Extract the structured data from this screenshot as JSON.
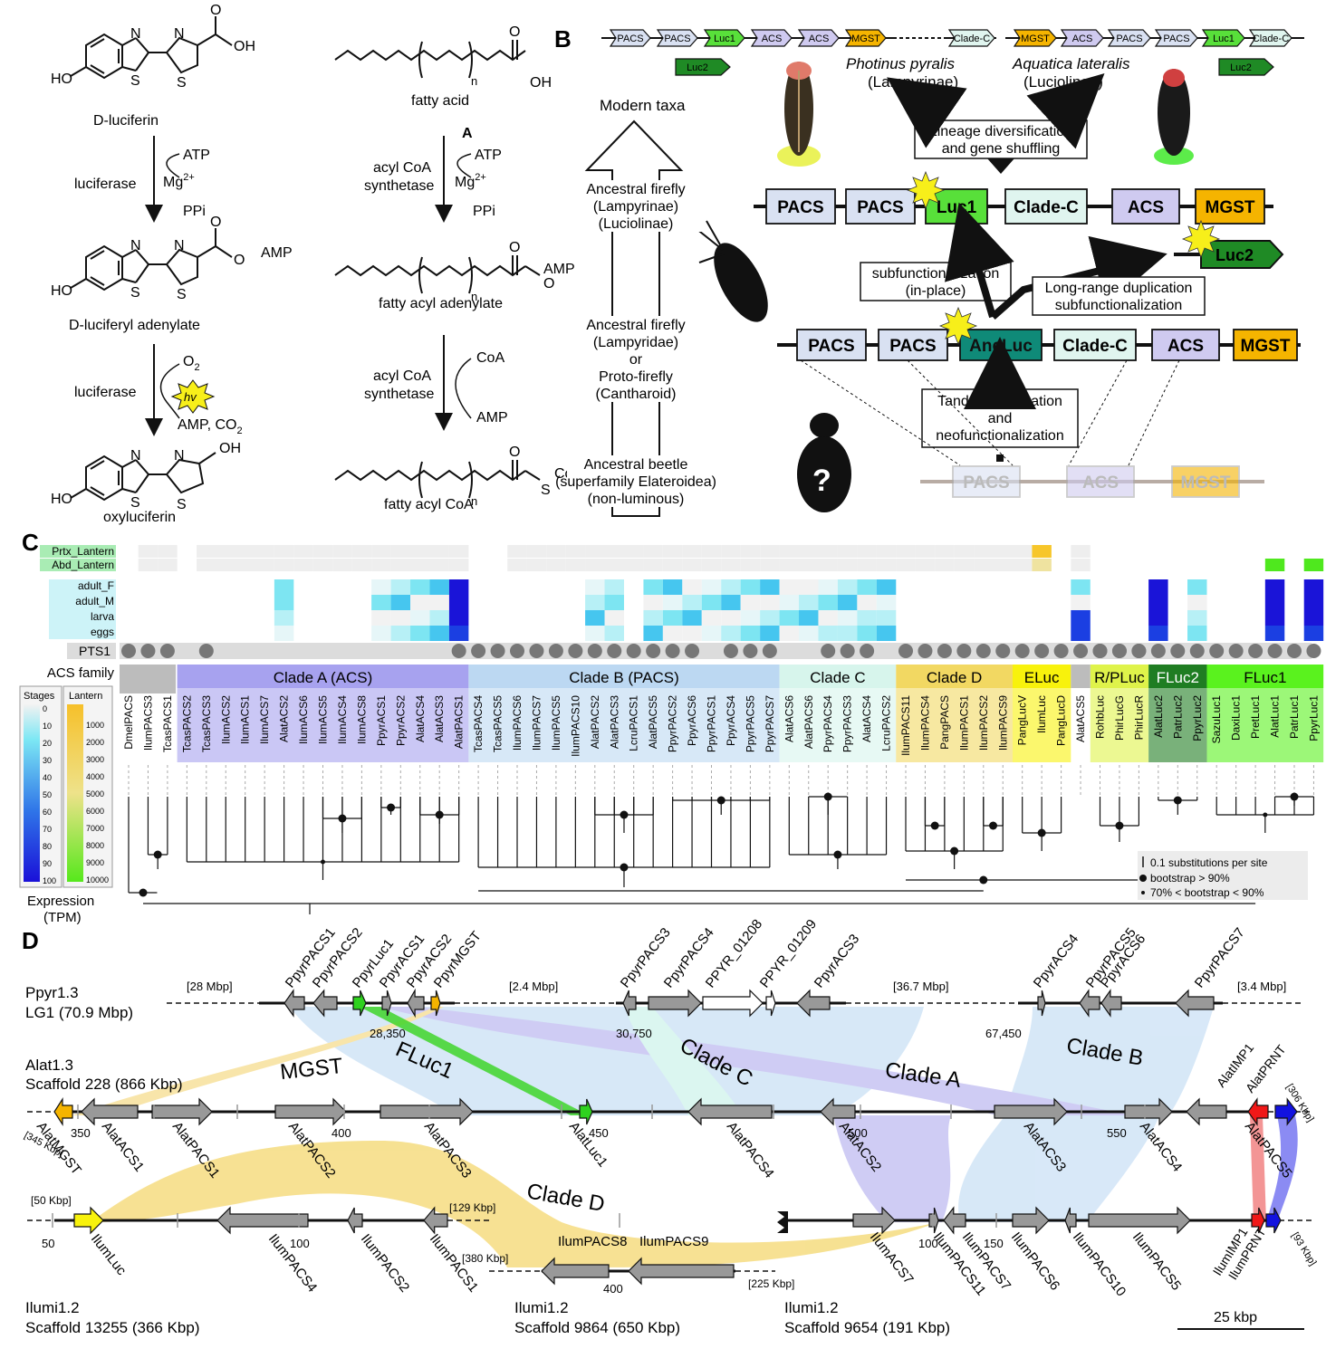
{
  "panel_labels": {
    "a": "A",
    "b": "B",
    "c": "C",
    "d": "D"
  },
  "panelA": {
    "mol1": "D-luciferin",
    "mol2": "D-luciferyl adenylate",
    "mol3": "oxyluciferin",
    "mol4": "fatty acid",
    "mol5": "fatty acyl adenylate",
    "mol6": "fatty acyl CoA",
    "enz1": "luciferase",
    "enz2": "luciferase",
    "enz3a": "acyl CoA",
    "enz3b": "synthetase",
    "enz4a": "acyl CoA",
    "enz4b": "synthetase",
    "atp": "ATP",
    "mg": "Mg",
    "mg_sup": "2+",
    "ppi": "PPi",
    "o2": "O",
    "o2_sub": "2",
    "hv": "hv",
    "amp_co2": "AMP, CO",
    "co2_sub": "2",
    "coa": "CoA",
    "amp": "AMP",
    "oh": "OH",
    "ho": "HO",
    "o": "O",
    "n": "N",
    "s": "S",
    "sub_n": "n",
    "amp_ester": "AMP",
    "coa_ester": "CoA"
  },
  "panelB": {
    "top_left_genes": [
      "PACS",
      "PACS",
      "Luc1",
      "ACS",
      "ACS",
      "MGST",
      "Clade-C"
    ],
    "top_left_luc2": "Luc2",
    "top_right_genes": [
      "MGST",
      "ACS",
      "PACS",
      "PACS",
      "Luc1",
      "Clade-C"
    ],
    "top_right_luc2": "Luc2",
    "species1": "Photinus pyralis",
    "subfam1": "(Lampyrinae)",
    "species2": "Aquatica lateralis",
    "subfam2": "(Luciolinae)",
    "modern": "Modern taxa",
    "anc1": [
      "Ancestral firefly",
      "(Lampyrinae)",
      "(Luciolinae)"
    ],
    "anc2": [
      "Ancestral firefly",
      "(Lampyridae)",
      "or",
      "Proto-firefly",
      "(Cantharoid)"
    ],
    "anc3": [
      "Ancestral beetle",
      "(superfamily Elateroidea)",
      "(non-luminous)"
    ],
    "box_lineage": [
      "Lineage diversification",
      "and gene shuffling"
    ],
    "box_subf": [
      "subfunctionalization",
      "(in-place)"
    ],
    "box_longrange": [
      "Long-range duplication",
      "subfunctionalization"
    ],
    "box_tandem": [
      "Tandem duplication",
      "and",
      "neofunctionalization"
    ],
    "row1": [
      "PACS",
      "PACS",
      "Luc1",
      "Clade-C",
      "ACS",
      "MGST"
    ],
    "row1_luc2": "Luc2",
    "row2": [
      "PACS",
      "PACS",
      "AncLuc",
      "Clade-C",
      "ACS",
      "MGST"
    ],
    "row3": [
      "PACS",
      "ACS",
      "MGST"
    ],
    "question": "?"
  },
  "panelC": {
    "row_labels": [
      "Prtx_Lantern",
      "Abd_Lantern",
      "adult_F",
      "adult_M",
      "larva",
      "eggs",
      "PTS1"
    ],
    "acs_family": "ACS family",
    "clades": [
      "Clade A (ACS)",
      "Clade B (PACS)",
      "Clade C",
      "Clade D",
      "ELuc",
      "R/PLuc",
      "FLuc2",
      "FLuc1"
    ],
    "leaves": [
      "DmelPACS",
      "IlumPACS3",
      "TcasPACS1",
      "TcasPACS2",
      "TcasPACS3",
      "IlumACS2",
      "IlumACS1",
      "IlumACS7",
      "AlatACS2",
      "IlumACS6",
      "IlumACS5",
      "IlumACS4",
      "IlumACS8",
      "PpyrACS1",
      "PpyrACS2",
      "AlatACS4",
      "AlatACS3",
      "AlatPACS1",
      "TcasPACS4",
      "TcasPACS5",
      "IlumPACS6",
      "IlumPACS7",
      "IlumPACS5",
      "IlumPACS10",
      "AlatPACS2",
      "AlatPACS3",
      "LcruPACS1",
      "AlatPACS5",
      "PpyrPACS2",
      "PpyrACS6",
      "PpyrPACS1",
      "PpyrACS4",
      "PpyrPACS5",
      "PpyrPACS7",
      "AlatACS6",
      "AlatPACS6",
      "PpyrPACS4",
      "PpyrPACS3",
      "AlatACS4",
      "LcruPACS2",
      "IlumPACS11",
      "IlumPACS4",
      "PangPACS",
      "IlumPACS1",
      "IlumPACS2",
      "IlumPACS9",
      "PangLucV",
      "IlumLuc",
      "PangLucD",
      "AlatACS5",
      "RohbLuc",
      "PhirLucG",
      "PhirLucR",
      "AlatLuc2",
      "PatrLuc2",
      "PpyrLuc2",
      "SazuLuc1",
      "DaxiLuc1",
      "PretLuc1",
      "AlatLuc1",
      "PatrLuc1",
      "PpyrLuc1"
    ],
    "legend_stages_title": "Stages",
    "legend_lantern_title": "Lantern",
    "stage_ticks": [
      "0",
      "10",
      "20",
      "30",
      "40",
      "50",
      "60",
      "70",
      "80",
      "90",
      "100"
    ],
    "lantern_ticks": [
      "1000",
      "2000",
      "3000",
      "4000",
      "5000",
      "6000",
      "7000",
      "8000",
      "9000",
      "10000"
    ],
    "expr1": "Expression",
    "expr2": "(TPM)",
    "tree_legend": [
      "0.1 substitutions per site",
      "bootstrap > 90%",
      "70% < bootstrap < 90%"
    ]
  },
  "panelD": {
    "ppyr_name": [
      "Ppyr1.3",
      "LG1 (70.9 Mbp)"
    ],
    "alat_name": [
      "Alat1.3",
      "Scaffold 228 (866 Kbp)"
    ],
    "ilum1_name": [
      "Ilumi1.2",
      "Scaffold 13255 (366 Kbp)"
    ],
    "ilum2_name": [
      "Ilumi1.2",
      "Scaffold 9864 (650 Kbp)"
    ],
    "ilum3_name": [
      "Ilumi1.2",
      "Scaffold 9654 (191 Kbp)"
    ],
    "ppyr_labels": [
      "PpyrPACS1",
      "PpyrPACS2",
      "PpyrLuc1",
      "PpyrACS1",
      "PpyrACS2",
      "PpyrMGST",
      "PpyrPACS3",
      "PpyrPACS4",
      "PPYR_01208",
      "PPYR_01209",
      "PpyrACS3",
      "PpyrACS4",
      "PpyrPACS5",
      "PpyrACS6",
      "PpyrPACS7"
    ],
    "ppyr_gaps": [
      "[28 Mbp]",
      "[2.4 Mbp]",
      "[36.7 Mbp]",
      "[3.4 Mbp]"
    ],
    "ppyr_coords": [
      "28,350",
      "30,750",
      "67,450"
    ],
    "alat_labels_above": [
      "AlatIMP1",
      "AlatPRNT"
    ],
    "alat_gap_right": "[306 Kbp]",
    "alat_gap_left": "[345 Kbp]",
    "alat_ticks": [
      "350",
      "400",
      "450",
      "500",
      "550"
    ],
    "alat_labels_below": [
      "AlatMGST",
      "AlatACS1",
      "AlatPACS1",
      "AlatPACS2",
      "AlatPACS3",
      "AlatLuc1",
      "AlatPACS4",
      "AlatACS2",
      "AlatACS3",
      "AlatACS4",
      "AlatPACS5"
    ],
    "ribbons": [
      "MGST",
      "FLuc1",
      "Clade C",
      "Clade A",
      "Clade B",
      "Clade D"
    ],
    "ilum1_gaps": [
      "[50 Kbp]",
      "[129 Kbp]"
    ],
    "ilum1_ticks": [
      "50",
      "100"
    ],
    "ilum1_labels": [
      "IlumLuc",
      "IlumPACS4",
      "IlumPACS2",
      "IlumPACS1"
    ],
    "ilum2_gaps": [
      "[380 Kbp]",
      "[225 Kbp]"
    ],
    "ilum2_tick": "400",
    "ilum2_labels": [
      "IlumPACS8",
      "IlumPACS9"
    ],
    "ilum3_ticks": [
      "100",
      "150"
    ],
    "ilum3_gap": "[93 Kbp]",
    "ilum3_labels": [
      "IlumACS7",
      "IlumPACS11",
      "IlumPACS7",
      "IlumPACS6",
      "IlumPACS10",
      "IlumPACS5",
      "IlumIMP1",
      "IlumPRNT"
    ],
    "scale": "25 kbp"
  },
  "colors": {
    "pacs": "#d9e1f2",
    "acs": "#cfcaf0",
    "cladec": "#e0f5ef",
    "mgst": "#f5b400",
    "luc1": "#58e03a",
    "luc2": "#1f8a25",
    "ancluc": "#0f8a78",
    "claded": "#f3d65a",
    "eluc": "#f7f200",
    "cladeA": "#a9a4ec",
    "cladeB": "#b8d6f2"
  }
}
